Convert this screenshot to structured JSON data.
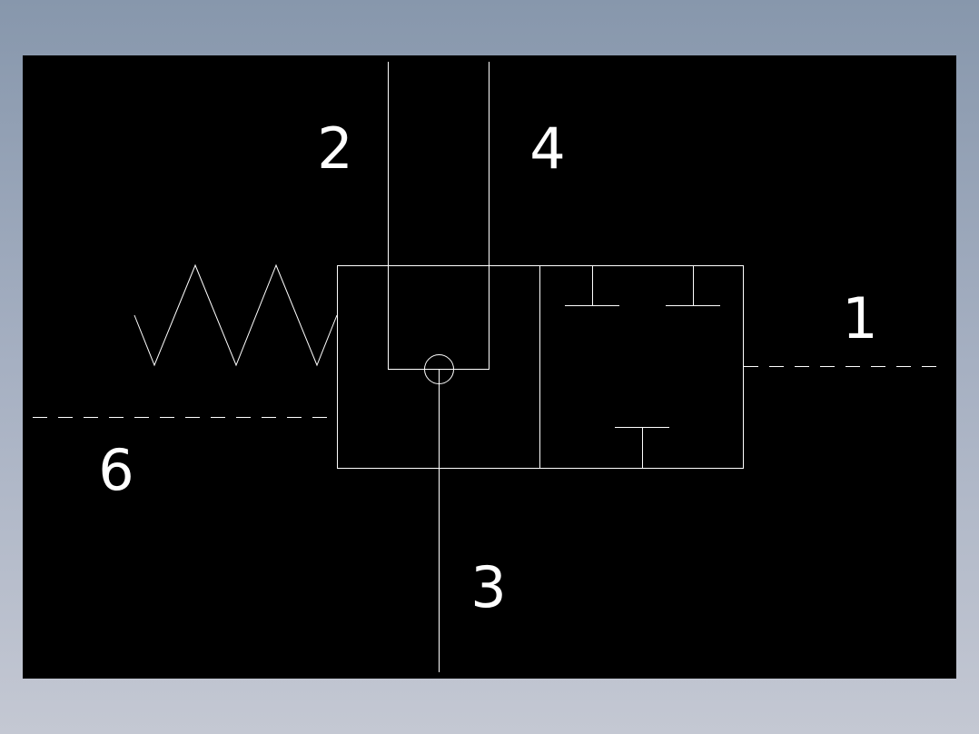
{
  "colors": {
    "background_top": "#8797ac",
    "background_bottom": "#c4c8d3",
    "canvas": "#000000",
    "stroke": "#ffffff"
  },
  "ports": {
    "port_1": "1",
    "port_2": "2",
    "port_3": "3",
    "port_4": "4",
    "port_6": "6"
  }
}
